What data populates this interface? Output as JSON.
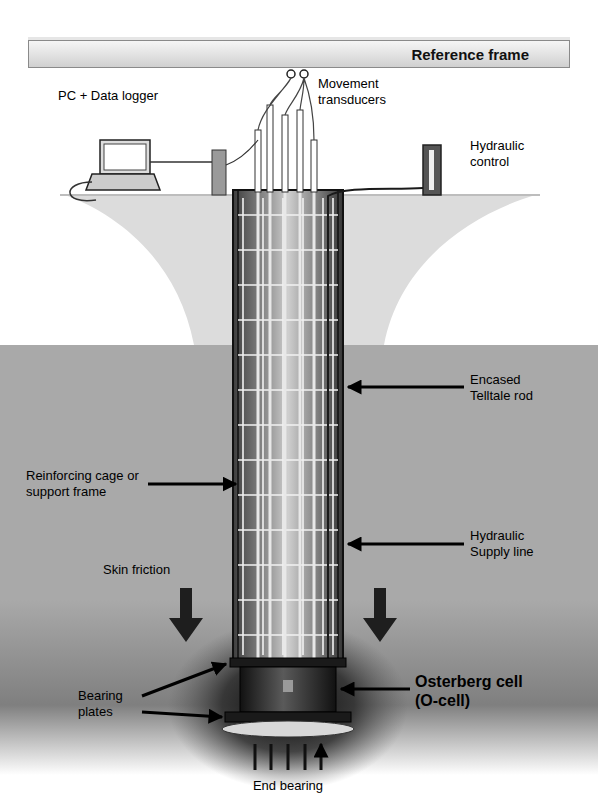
{
  "diagram": {
    "nodes": [
      {
        "text": [
          "Reference frame"
        ]
      }
    ],
    "labels": [
      "PC + Data logger",
      "Movement transducers",
      "Hydraulic control",
      "Encased Telltale rod",
      "Reinforcing cage or support frame",
      "Hydraulic Supply line",
      "Skin friction",
      "Bearing plates",
      "Osterberg cell (O-cell)",
      "End bearing"
    ]
  }
}
